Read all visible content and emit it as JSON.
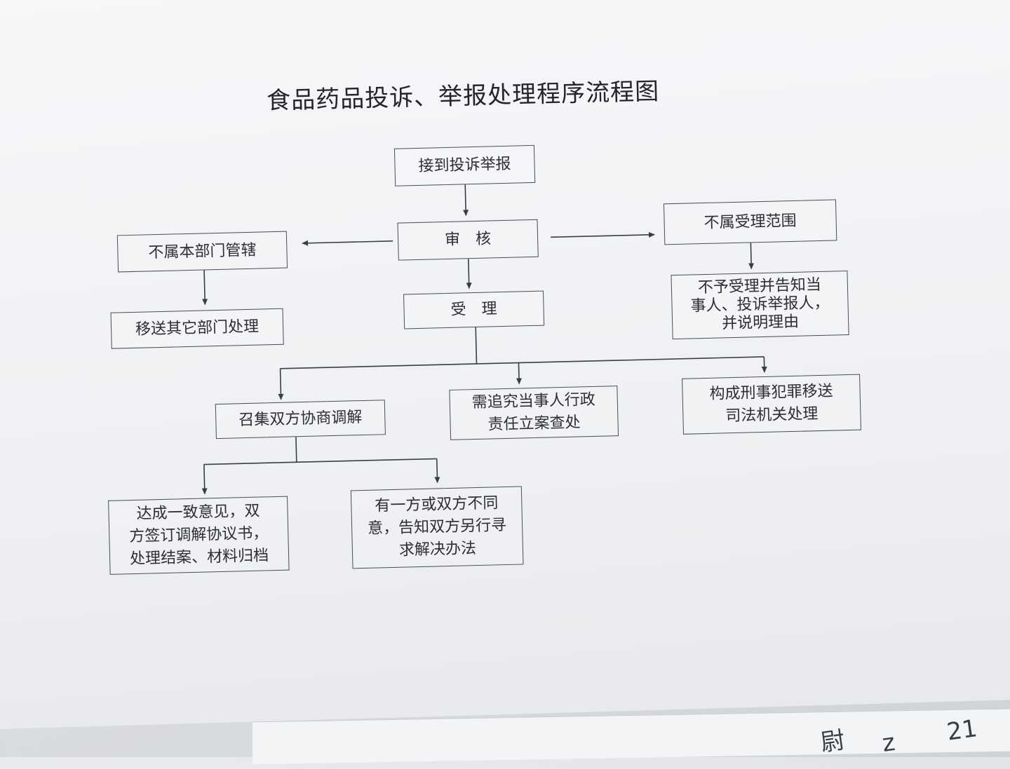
{
  "title": "食品药品投诉、举报处理程序流程图",
  "nodes": {
    "receive": "接到投诉举报",
    "review": "审　核",
    "not_jurisdiction": "不属本部门管辖",
    "transfer_other": "移送其它部门处理",
    "not_scope": "不属受理范围",
    "reject_notify": "不予受理并告知当\n事人、投诉举报人，\n并说明理由",
    "accept": "受　理",
    "mediation": "召集双方协商调解",
    "admin_case": "需追究当事人行政\n责任立案查处",
    "criminal": "构成刑事犯罪移送\n司法机关处理",
    "agreement": "达成一致意见，双\n方签订调解协议书，\n处理结案、材料归档",
    "disagreement": "有一方或双方不同\n意，告知双方另行寻\n求解决办法"
  },
  "handwriting": [
    "尉",
    "z",
    "21"
  ]
}
